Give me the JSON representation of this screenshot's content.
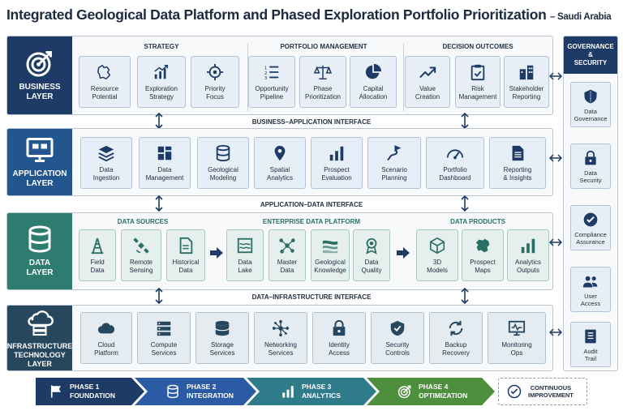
{
  "title": {
    "main": "Integrated Geological Data Platform and Phased Exploration Portfolio Prioritization",
    "sub": "– Saudi Arabia"
  },
  "layers": {
    "business": {
      "label": "BUSINESS\nLAYER",
      "icon": "target-icon"
    },
    "application": {
      "label": "APPLICATION\nLAYER",
      "icon": "monitor-icon"
    },
    "data": {
      "label": "DATA\nLAYER",
      "icon": "database-icon"
    },
    "infrastructure": {
      "label": "INFRASTRUCTURE/\nTECHNOLOGY\nLAYER",
      "icon": "cloud-server-icon"
    }
  },
  "business": {
    "groups": [
      "STRATEGY",
      "PORTFOLIO MANAGEMENT",
      "DECISION OUTCOMES"
    ],
    "cards": [
      {
        "label": "Resource\nPotential",
        "icon": "map-icon"
      },
      {
        "label": "Exploration\nStrategy",
        "icon": "growth-chart-icon"
      },
      {
        "label": "Priority\nFocus",
        "icon": "crosshair-icon"
      },
      {
        "label": "Opportunity\nPipeline",
        "icon": "numbered-list-icon"
      },
      {
        "label": "Phase\nPrioritization",
        "icon": "balance-scale-icon"
      },
      {
        "label": "Capital\nAllocation",
        "icon": "pie-chart-icon"
      },
      {
        "label": "Value\nCreation",
        "icon": "trend-up-icon"
      },
      {
        "label": "Risk\nManagement",
        "icon": "clipboard-check-icon"
      },
      {
        "label": "Stakeholder\nReporting",
        "icon": "buildings-icon"
      }
    ]
  },
  "interfaces": {
    "business_application": "BUSINESS–APPLICATION INTERFACE",
    "application_data": "APPLICATION–DATA INTERFACE",
    "data_infrastructure": "DATA–INFRASTRUCTURE INTERFACE"
  },
  "application": {
    "cards": [
      {
        "label": "Data\nIngestion",
        "icon": "layers-icon"
      },
      {
        "label": "Data\nManagement",
        "icon": "grid-icon"
      },
      {
        "label": "Geological\nModeling",
        "icon": "database-icon"
      },
      {
        "label": "Spatial\nAnalytics",
        "icon": "location-pin-icon"
      },
      {
        "label": "Prospect\nEvaluation",
        "icon": "bar-chart-icon"
      },
      {
        "label": "Scenario\nPlanning",
        "icon": "route-flag-icon"
      },
      {
        "label": "Portfolio\nDashboard",
        "icon": "gauge-icon"
      },
      {
        "label": "Reporting\n& Insights",
        "icon": "document-icon"
      }
    ]
  },
  "data": {
    "groups": [
      "DATA SOURCES",
      "ENTERPRISE DATA PLATFORM",
      "DATA PRODUCTS"
    ],
    "cards": [
      {
        "label": "Field\nData",
        "icon": "drill-rig-icon"
      },
      {
        "label": "Remote\nSensing",
        "icon": "satellite-icon"
      },
      {
        "label": "Historical\nData",
        "icon": "file-icon"
      },
      {
        "label": "Data\nLake",
        "icon": "wave-icon"
      },
      {
        "label": "Master\nData",
        "icon": "network-icon"
      },
      {
        "label": "Geological\nKnowledge",
        "icon": "strata-icon"
      },
      {
        "label": "Data\nQuality",
        "icon": "award-icon"
      },
      {
        "label": "3D\nModels",
        "icon": "cube-icon"
      },
      {
        "label": "Prospect\nMaps",
        "icon": "map-region-icon"
      },
      {
        "label": "Analytics\nOutputs",
        "icon": "bar-chart-icon"
      }
    ]
  },
  "infrastructure": {
    "cards": [
      {
        "label": "Cloud\nPlatform",
        "icon": "cloud-icon"
      },
      {
        "label": "Compute\nServices",
        "icon": "server-icon"
      },
      {
        "label": "Storage\nServices",
        "icon": "storage-icon"
      },
      {
        "label": "Networking\nServices",
        "icon": "network-hub-icon"
      },
      {
        "label": "Identity\nAccess",
        "icon": "lock-icon"
      },
      {
        "label": "Security\nControls",
        "icon": "shield-check-icon"
      },
      {
        "label": "Backup\nRecovery",
        "icon": "refresh-icon"
      },
      {
        "label": "Monitoring\nOps",
        "icon": "monitor-pulse-icon"
      }
    ]
  },
  "governance": {
    "title": "GOVERNANCE &\nSECURITY",
    "items": [
      {
        "label": "Data\nGovernance",
        "icon": "shield-icon"
      },
      {
        "label": "Data\nSecurity",
        "icon": "lock-icon"
      },
      {
        "label": "Compliance\nAssurance",
        "icon": "check-circle-icon"
      },
      {
        "label": "User\nAccess",
        "icon": "users-icon"
      },
      {
        "label": "Audit\nTrail",
        "icon": "list-document-icon"
      }
    ]
  },
  "phases": [
    {
      "label": "PHASE 1\nFOUNDATION",
      "icon": "flag-icon",
      "color": "#1d3b66"
    },
    {
      "label": "PHASE 2\nINTEGRATION",
      "icon": "database-icon",
      "color": "#2a5ba4"
    },
    {
      "label": "PHASE 3\nANALYTICS",
      "icon": "bar-chart-icon",
      "color": "#2e7b8a"
    },
    {
      "label": "PHASE 4\nOPTIMIZATION",
      "icon": "target-icon",
      "color": "#4e8f3e"
    }
  ],
  "continuous": {
    "label": "CONTINUOUS\nIMPROVEMENT",
    "icon": "check-circle-icon"
  },
  "colors": {
    "navy": "#1d3b66",
    "blue": "#23558f",
    "teal": "#2e7b6f",
    "slate": "#26475e",
    "green": "#4e8f3e"
  }
}
